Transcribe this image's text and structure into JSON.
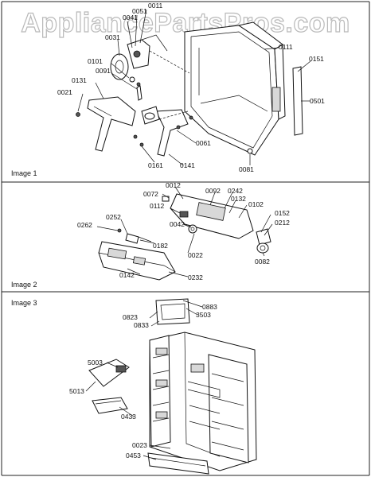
{
  "watermark": "AppliancePartsPros.com",
  "panels": [
    {
      "label": "Image 1",
      "parts": [
        "0011",
        "0051",
        "0041",
        "0031",
        "0101",
        "0091",
        "0131",
        "0021",
        "0111",
        "0151",
        "0501",
        "0061",
        "0161",
        "0141",
        "0081"
      ]
    },
    {
      "label": "Image 2",
      "parts": [
        "0012",
        "0072",
        "0092",
        "0242",
        "0132",
        "0102",
        "0112",
        "0152",
        "0212",
        "0252",
        "0262",
        "0042",
        "0182",
        "0022",
        "0082",
        "0142",
        "0232"
      ]
    },
    {
      "label": "Image 3",
      "parts": [
        "0883",
        "0823",
        "3503",
        "0833",
        "5003",
        "5013",
        "0433",
        "0023",
        "0453"
      ]
    }
  ]
}
